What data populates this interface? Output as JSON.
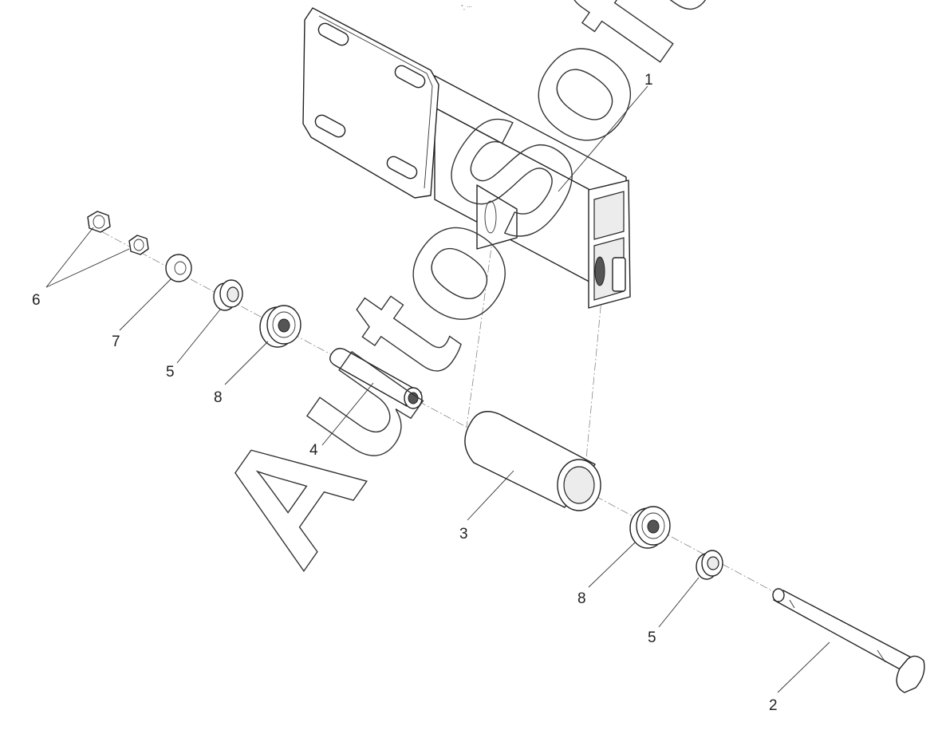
{
  "watermark": "AutoSoft",
  "header_mark": "°˳ ‧‧‧",
  "callouts": {
    "bracket": "1",
    "bolt": "2",
    "sleeve": "3",
    "inner_tube": "4",
    "spacer_top": "5",
    "spacer_bottom": "5",
    "nuts": "6",
    "washer": "7",
    "bearing_top": "8",
    "bearing_bottom": "8"
  }
}
